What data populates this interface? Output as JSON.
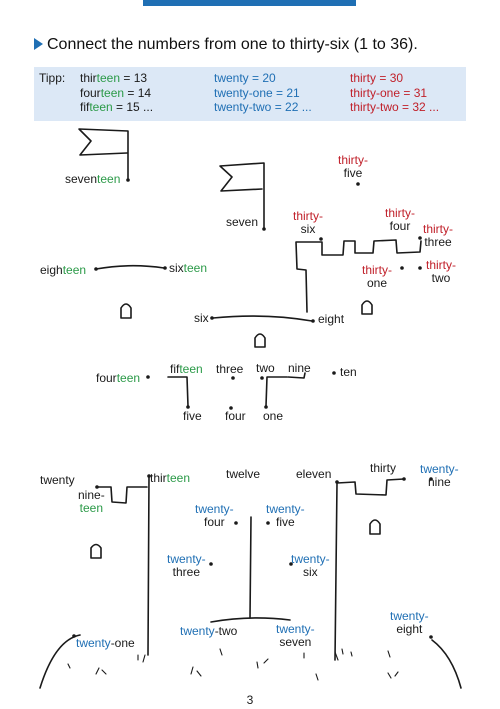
{
  "instruction": "Connect the numbers from one to thirty-six (1 to 36).",
  "tip": {
    "label": "Tipp:",
    "col1": [
      {
        "a": "thir",
        "b": "teen",
        "c": " = 13"
      },
      {
        "a": "four",
        "b": "teen",
        "c": " = 14"
      },
      {
        "a": "fif",
        "b": "teen",
        "c": " = 15 ..."
      }
    ],
    "col2": [
      {
        "a": "twenty",
        "b": " = 20",
        "c": ""
      },
      {
        "a": "twenty",
        "b": "-one = 21",
        "c": ""
      },
      {
        "a": "twenty",
        "b": "-two = 22 ...",
        "c": ""
      }
    ],
    "col3": [
      {
        "a": "thirty",
        "b": " = 30",
        "c": ""
      },
      {
        "a": "thirty",
        "b": "-one = 31",
        "c": ""
      },
      {
        "a": "thirty",
        "b": "-two = 32 ...",
        "c": ""
      }
    ]
  },
  "labels": {
    "seventeen": {
      "a": "seven",
      "b": "teen"
    },
    "seven": "seven",
    "thirty_five": {
      "a": "thirty-",
      "b": "five"
    },
    "thirty_six": {
      "a": "thirty-",
      "b": "six"
    },
    "thirty_four": {
      "a": "thirty-",
      "b": "four"
    },
    "thirty_three": {
      "a": "thirty-",
      "b": "three"
    },
    "thirty_one": {
      "a": "thirty-",
      "b": "one"
    },
    "thirty_two": {
      "a": "thirty-",
      "b": "two"
    },
    "eighteen": {
      "a": "eigh",
      "b": "teen"
    },
    "sixteen": {
      "a": "six",
      "b": "teen"
    },
    "six": "six",
    "eight": "eight",
    "fourteen": {
      "a": "four",
      "b": "teen"
    },
    "fifteen": {
      "a": "fif",
      "b": "teen"
    },
    "three": "three",
    "two": "two",
    "nine": "nine",
    "ten": "ten",
    "five": "five",
    "four": "four",
    "one": "one",
    "twenty": "twenty",
    "nineteen": {
      "a": "nine-",
      "b": "teen"
    },
    "thirteen": {
      "a": "thir",
      "b": "teen"
    },
    "twelve": "twelve",
    "eleven": "eleven",
    "thirty": "thirty",
    "twenty_nine": {
      "a": "twenty-",
      "b": "nine"
    },
    "twenty_four": {
      "a": "twenty-",
      "b": "four"
    },
    "twenty_five": {
      "a": "twenty-",
      "b": "five"
    },
    "twenty_three": {
      "a": "twenty-",
      "b": "three"
    },
    "twenty_six": {
      "a": "twenty-",
      "b": "six"
    },
    "twenty_eight": {
      "a": "twenty-",
      "b": "eight"
    },
    "twenty_one": {
      "a": "twenty",
      "b": "-one"
    },
    "twenty_two": {
      "a": "twenty",
      "b": "-two"
    },
    "twenty_seven": {
      "a": "twenty-",
      "b": "seven"
    }
  },
  "page_number": "3",
  "colors": {
    "accent": "#1f6fb4",
    "red": "#c0202a",
    "green": "#2b9a48",
    "tip_bg": "#dce8f6"
  }
}
